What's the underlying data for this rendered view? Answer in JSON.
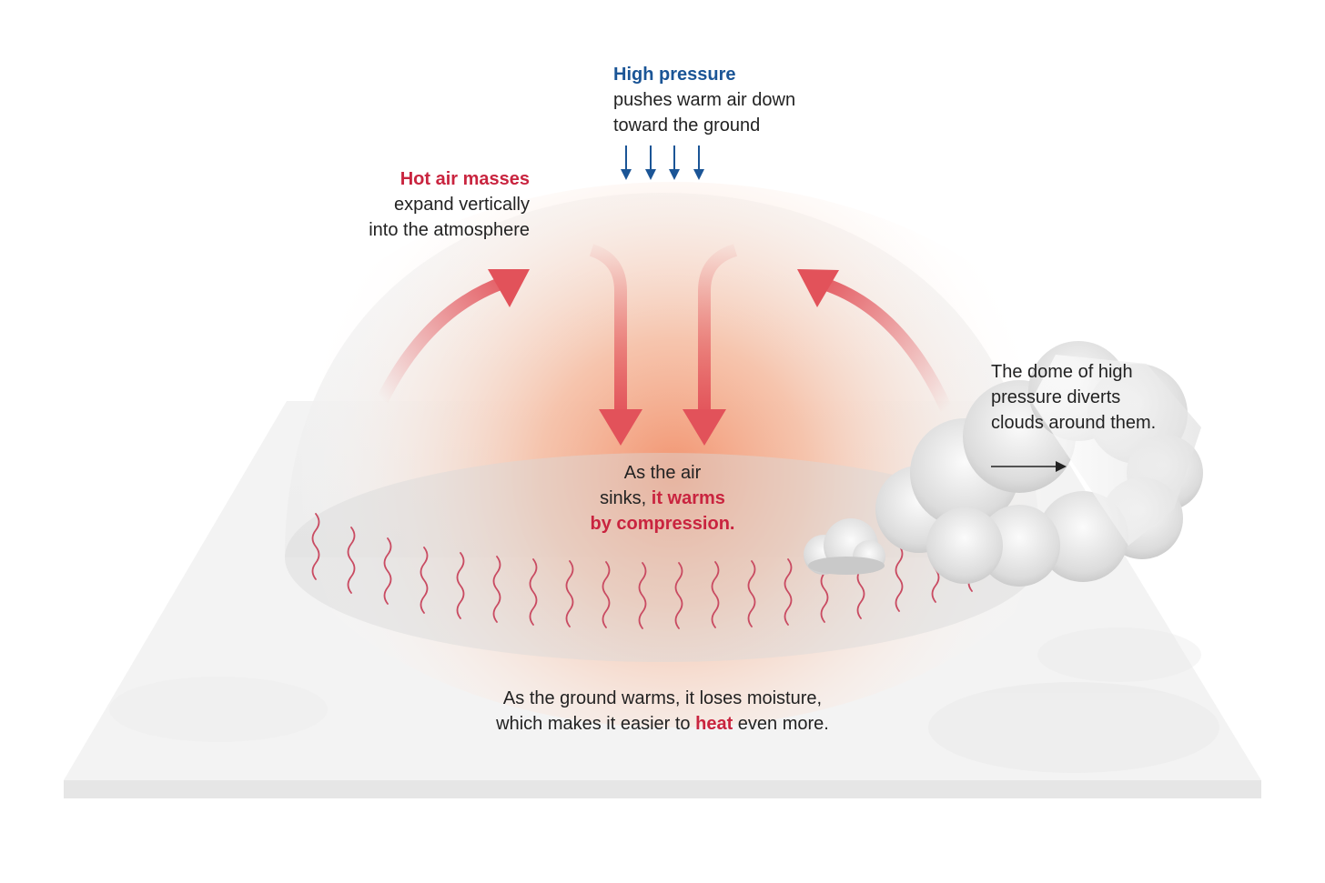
{
  "high_pressure": {
    "title": "High pressure",
    "lines": [
      "pushes warm air down",
      "toward the ground"
    ]
  },
  "hot_air": {
    "title": "Hot air masses",
    "lines": [
      "expand vertically",
      "into the atmosphere"
    ]
  },
  "clouds_note": {
    "lines": [
      "The dome of high",
      "pressure diverts",
      "clouds around them."
    ]
  },
  "compression": {
    "line1": "As the air",
    "line2_pre": "sinks, ",
    "line2_highlight": "it warms",
    "line3_highlight": "by compression."
  },
  "ground": {
    "line1": "As the ground warms, it loses moisture,",
    "line2_pre": "which makes it easier to ",
    "line2_highlight": "heat",
    "line2_post": " even more."
  },
  "colors": {
    "pressure_blue": "#1b5596",
    "heat_red": "#c9243f",
    "arrow_red": "#e2525a",
    "wave_red": "#c94b62",
    "ground": "#f2f2f2",
    "ground_edge": "#e6e6e6"
  }
}
